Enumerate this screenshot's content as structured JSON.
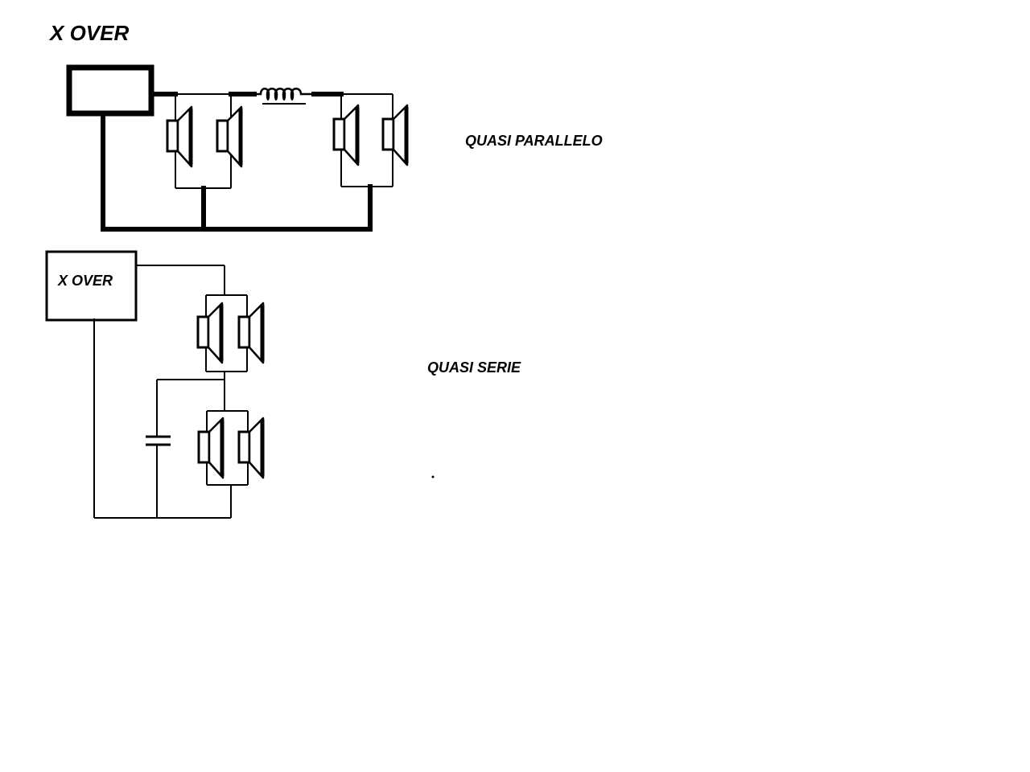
{
  "title": "X OVER",
  "crossover_box_label": "X OVER",
  "diagram_labels": {
    "parallel": "QUASI PARALLELO",
    "serie": "QUASI SERIE"
  }
}
